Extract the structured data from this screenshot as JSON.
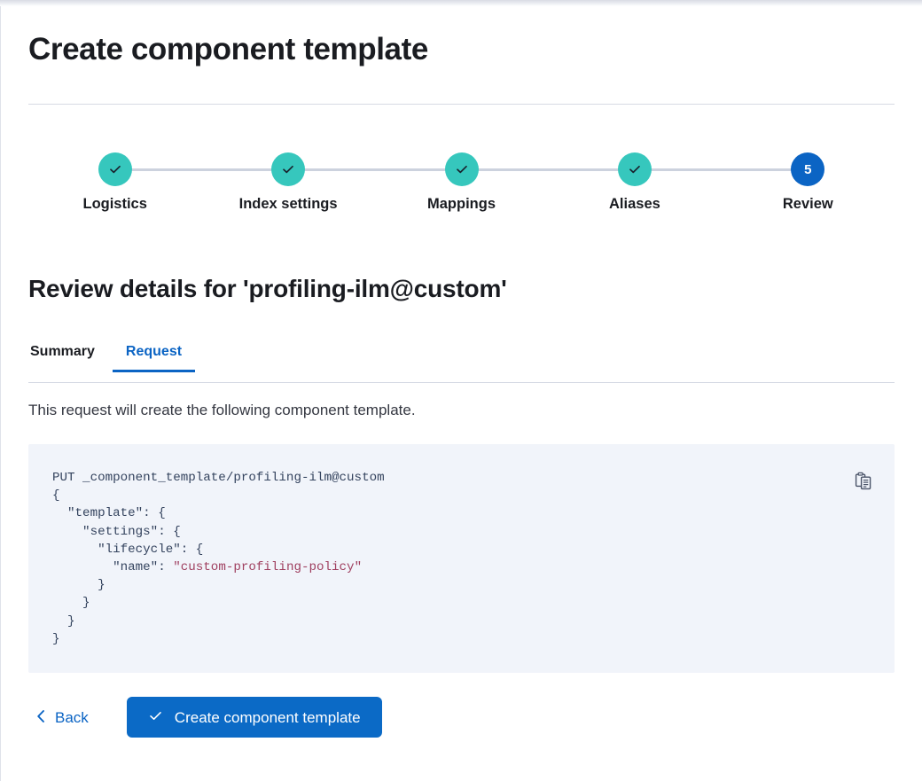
{
  "page": {
    "title": "Create component template",
    "section_title": "Review details for 'profiling-ilm@custom'",
    "description": "This request will create the following component template."
  },
  "stepper": {
    "steps": [
      {
        "label": "Logistics",
        "state": "done",
        "number": "1",
        "icon": "check-icon"
      },
      {
        "label": "Index settings",
        "state": "done",
        "number": "2",
        "icon": "check-icon"
      },
      {
        "label": "Mappings",
        "state": "done",
        "number": "3",
        "icon": "check-icon"
      },
      {
        "label": "Aliases",
        "state": "done",
        "number": "4",
        "icon": "check-icon"
      },
      {
        "label": "Review",
        "state": "current",
        "number": "5",
        "icon": ""
      }
    ]
  },
  "tabs": {
    "items": [
      {
        "label": "Summary",
        "active": false
      },
      {
        "label": "Request",
        "active": true
      }
    ]
  },
  "code": {
    "request_line": "PUT _component_template/profiling-ilm@custom",
    "lines": [
      "PUT _component_template/profiling-ilm@custom",
      "{",
      "  \"template\": {",
      "    \"settings\": {",
      "      \"lifecycle\": {",
      "        \"name\": \"custom-profiling-policy\"",
      "      }",
      "    }",
      "  }",
      "}"
    ],
    "body": {
      "template": {
        "settings": {
          "lifecycle": {
            "name": "custom-profiling-policy"
          }
        }
      }
    },
    "string_value": "\"custom-profiling-policy\"",
    "copy_icon": "copy-clipboard-icon"
  },
  "actions": {
    "back_label": "Back",
    "back_icon": "chevron-left-icon",
    "create_label": "Create component template",
    "create_icon": "check-icon"
  },
  "colors": {
    "accent_blue": "#0b64c4",
    "primary_button": "#0b6ac6",
    "step_done": "#36c7bd",
    "step_current": "#0b64c4",
    "code_background": "#f1f4fa",
    "code_text": "#34435e",
    "code_string": "#9f3f5f",
    "divider": "#d6dae4",
    "text_dark": "#1a1c21"
  }
}
